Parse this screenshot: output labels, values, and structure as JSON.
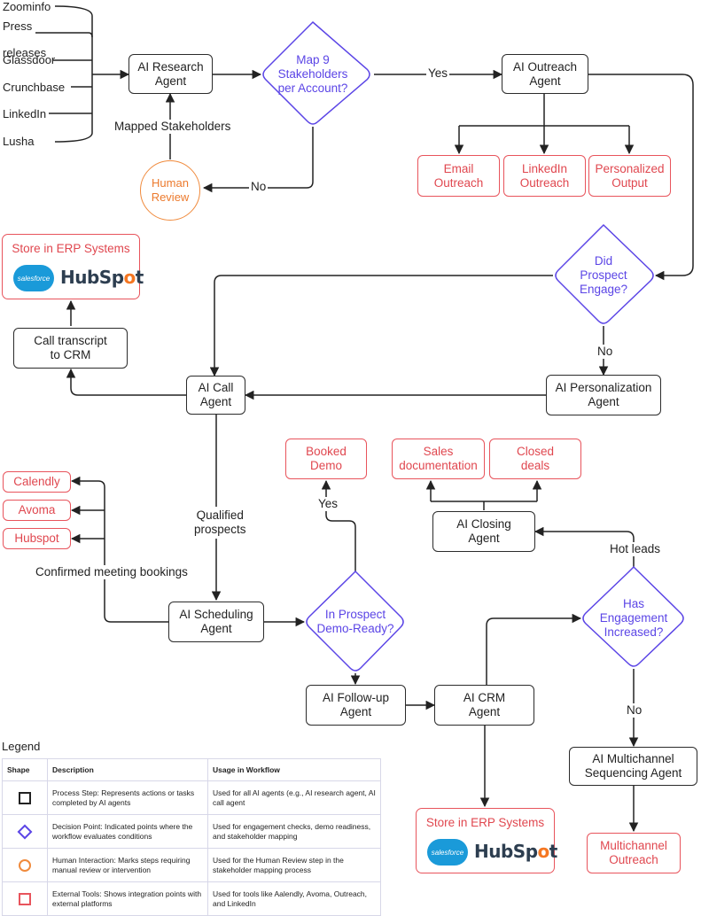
{
  "sources": [
    "Zoominfo",
    "Press\n\nreleases",
    "Glassdoor",
    "Crunchbase",
    "LinkedIn",
    "Lusha"
  ],
  "nodes": {
    "research": "AI Research\nAgent",
    "outreach": "AI Outreach\nAgent",
    "call": "AI Call\nAgent",
    "call_transcript": "Call transcript\nto CRM",
    "personalization": "AI Personalization\nAgent",
    "closing": "AI Closing\nAgent",
    "scheduling": "AI Scheduling\nAgent",
    "followup": "AI Follow-up\nAgent",
    "crm": "AI CRM\nAgent",
    "multichannel_seq": "AI Multichannel\nSequencing Agent"
  },
  "decisions": {
    "map9": "Map 9\nStakeholders\nper Account?",
    "engage": "Did\nProspect\nEngage?",
    "demo_ready": "In Prospect\nDemo-Ready?",
    "engagement_increased": "Has\nEngagement\nIncreased?"
  },
  "human": {
    "review": "Human\nReview"
  },
  "external": {
    "email": "Email\nOutreach",
    "linkedin": "LinkedIn\nOutreach",
    "personalized": "Personalized\nOutput",
    "calendly": "Calendly",
    "avoma": "Avoma",
    "hubspot_tool": "Hubspot",
    "booked_demo": "Booked\nDemo",
    "sales_doc": "Sales\ndocumentation",
    "closed_deals": "Closed\ndeals",
    "multichannel_outreach": "Multichannel\nOutreach"
  },
  "erp": {
    "title": "Store in ERP Systems",
    "salesforce": "salesforce",
    "hubspot_logo": "HubSpot"
  },
  "labels": {
    "yes": "Yes",
    "no": "No",
    "mapped": "Mapped Stakeholders",
    "qualified": "Qualified\nprospects",
    "confirmed": "Confirmed meeting bookings",
    "hot_leads": "Hot leads"
  },
  "legend": {
    "title": "Legend",
    "headers": [
      "Shape",
      "Description",
      "Usage in Workflow"
    ],
    "rows": [
      {
        "icon": "black-square",
        "desc": "Process Step: Represents actions or tasks completed by AI agents",
        "usage": "Used for all AI agents (e.g., AI research agent, AI call agent"
      },
      {
        "icon": "purple-diamond",
        "desc": "Decision Point: Indicated points where the workflow evaluates conditions",
        "usage": "Used for engagement checks, demo readiness, and stakeholder mapping"
      },
      {
        "icon": "orange-circle",
        "desc": "Human Interaction: Marks steps requiring manual review or intervention",
        "usage": "Used for the Human Review step in the stakeholder mapping process"
      },
      {
        "icon": "red-square",
        "desc": "External Tools: Shows integration points with external platforms",
        "usage": "Used for tools like Aalendly, Avoma, Outreach, and LinkedIn"
      }
    ]
  },
  "colors": {
    "process": "#2b2b2b",
    "decision": "#5b45e6",
    "human": "#f08a3c",
    "external": "#e8545c"
  }
}
